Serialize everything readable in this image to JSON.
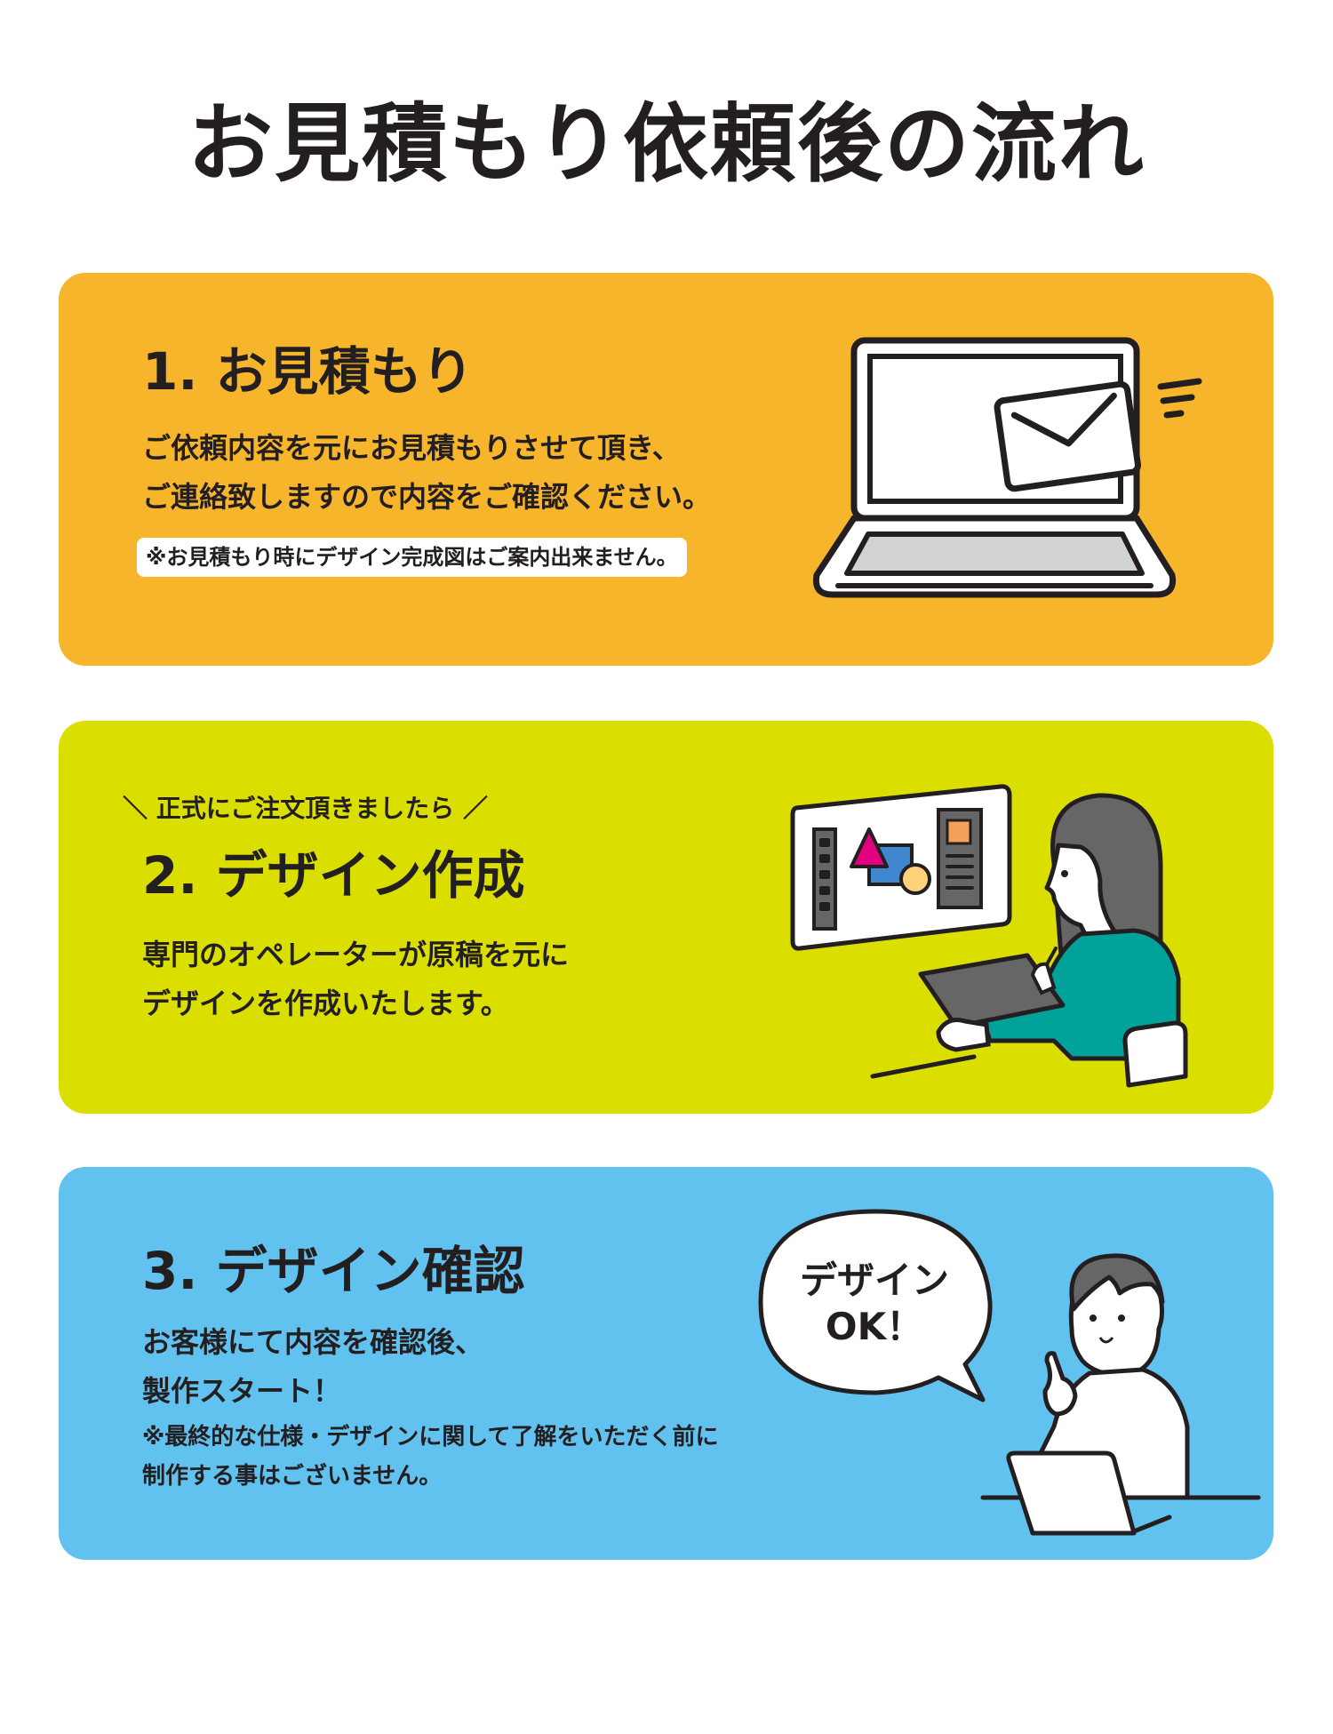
{
  "page": {
    "title": "お見積もり依頼後の流れ"
  },
  "colors": {
    "step1_bg": "#f7b52c",
    "step2_bg": "#dbdf00",
    "step3_bg": "#62c2ef",
    "text": "#231f20"
  },
  "steps": [
    {
      "heading": "1. お見積もり",
      "body": [
        "ご依頼内容を元にお見積もりさせて頂き、",
        "ご連絡致しますので内容をご確認ください。"
      ],
      "note": "※お見積もり時にデザイン完成図はご案内出来ません。",
      "illustration": "laptop-with-mail-icon"
    },
    {
      "lead": "＼ 正式にご注文頂きましたら ／",
      "heading": "2. デザイン作成",
      "body": [
        "専門のオペレーターが原稿を元に",
        "デザインを作成いたします。"
      ],
      "illustration": "designer-at-monitor-icon"
    },
    {
      "heading": "3. デザイン確認",
      "body": [
        "お客様にて内容を確認後、",
        "製作スタート！"
      ],
      "note": [
        "※最終的な仕様・デザインに関して了解をいただく前に",
        "制作する事はございません。"
      ],
      "speech_bubble": [
        "デザイン",
        "OK！"
      ],
      "illustration": "person-approving-icon"
    }
  ]
}
